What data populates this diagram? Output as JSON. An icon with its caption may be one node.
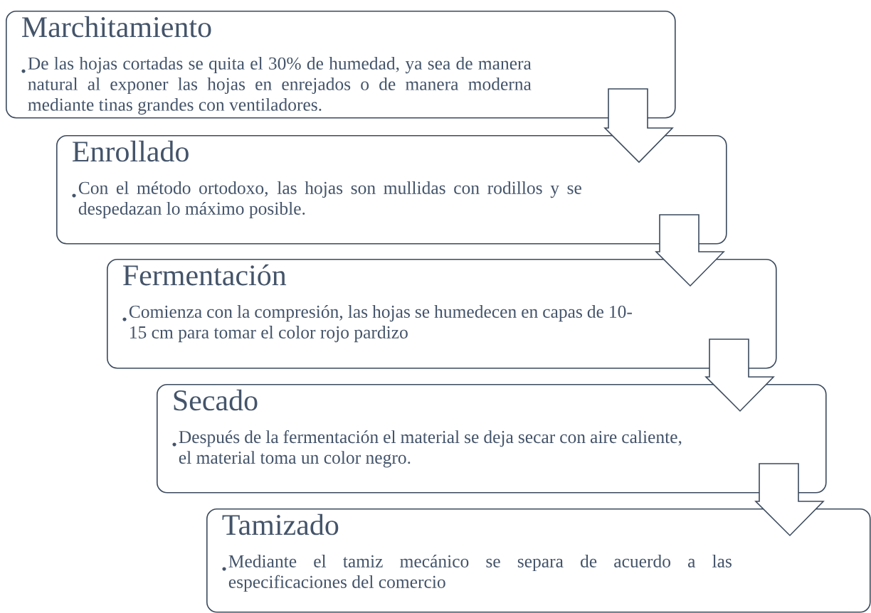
{
  "diagram": {
    "nodes": [
      {
        "text": [
          "Marchitamiento",
          "De las hojas cortadas se quita el 30% de humedad, ya sea de manera natural al exponer las hojas en enrejados o de manera moderna mediante tinas grandes con ventiladores."
        ]
      },
      {
        "text": [
          "Enrollado",
          "Con el método ortodoxo, las hojas son mullidas con rodillos y se despedazan lo máximo posible."
        ]
      },
      {
        "text": [
          "Fermentación",
          "Comienza con la compresión, las hojas se humedecen en capas de 10-15 cm para tomar el color rojo pardizo"
        ]
      },
      {
        "text": [
          "Secado",
          "Después de la fermentación el material se deja secar con aire caliente, el material toma un color negro."
        ]
      },
      {
        "text": [
          "Tamizado",
          "Mediante el tamiz mecánico se separa de acuerdo a las especificaciones del comercio"
        ]
      }
    ],
    "edges": [
      {
        "from": 0,
        "to": 1,
        "arrow": "to"
      },
      {
        "from": 1,
        "to": 2,
        "arrow": "to"
      },
      {
        "from": 2,
        "to": 3,
        "arrow": "to"
      },
      {
        "from": 3,
        "to": 4,
        "arrow": "to"
      }
    ]
  }
}
